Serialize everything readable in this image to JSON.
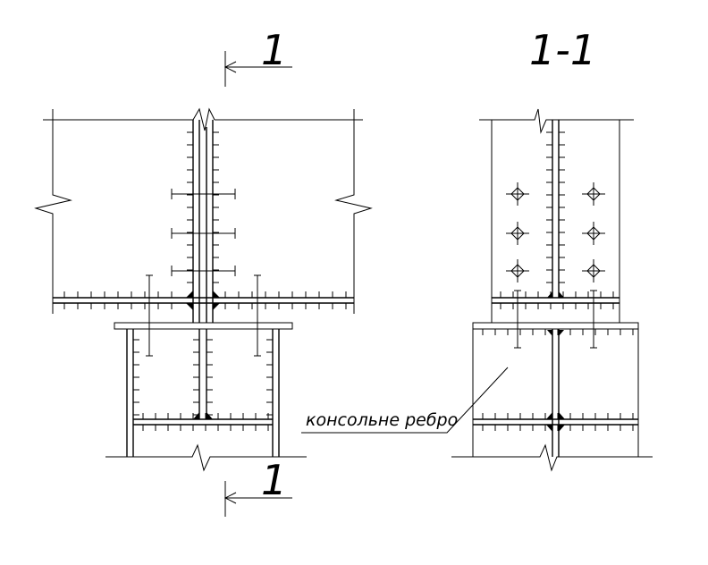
{
  "section_marker_top": "1",
  "section_marker_bottom": "1",
  "section_title": "1-1",
  "annotation_label": "консольне ребро",
  "colors": {
    "line": "#000000",
    "background": "#ffffff"
  }
}
